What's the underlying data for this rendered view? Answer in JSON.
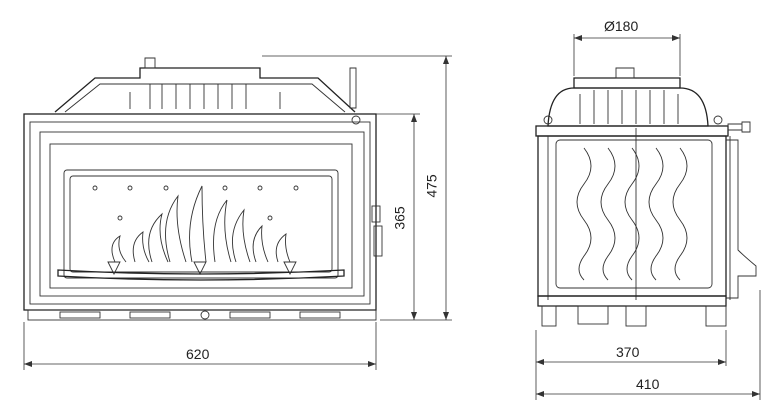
{
  "dimensions": {
    "front_width": "620",
    "front_height_inner": "365",
    "front_height_total": "475",
    "flue_diameter": "Ø180",
    "side_depth_inner": "370",
    "side_depth_total": "410"
  }
}
